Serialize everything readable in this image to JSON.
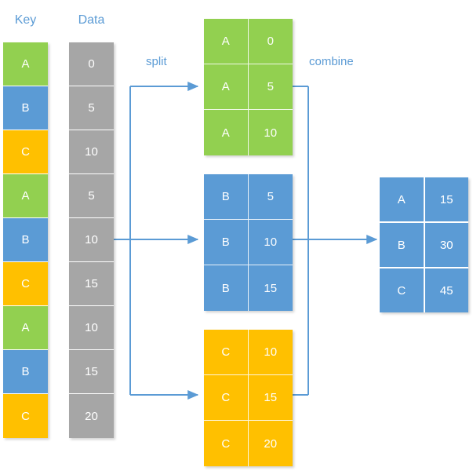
{
  "colors": {
    "green": "#92D050",
    "blue": "#5B9BD5",
    "orange": "#FFC000",
    "gray": "#A6A6A6",
    "arrow": "#5B9BD5",
    "text_on_fill": "#FFFFFF",
    "background": "#FFFFFF"
  },
  "columns": {
    "key": {
      "header": "Key",
      "cells": [
        {
          "value": "A",
          "color": "green"
        },
        {
          "value": "B",
          "color": "blue"
        },
        {
          "value": "C",
          "color": "orange"
        },
        {
          "value": "A",
          "color": "green"
        },
        {
          "value": "B",
          "color": "blue"
        },
        {
          "value": "C",
          "color": "orange"
        },
        {
          "value": "A",
          "color": "green"
        },
        {
          "value": "B",
          "color": "blue"
        },
        {
          "value": "C",
          "color": "orange"
        }
      ]
    },
    "data": {
      "header": "Data",
      "cells": [
        {
          "value": "0",
          "color": "gray"
        },
        {
          "value": "5",
          "color": "gray"
        },
        {
          "value": "10",
          "color": "gray"
        },
        {
          "value": "5",
          "color": "gray"
        },
        {
          "value": "10",
          "color": "gray"
        },
        {
          "value": "15",
          "color": "gray"
        },
        {
          "value": "10",
          "color": "gray"
        },
        {
          "value": "15",
          "color": "gray"
        },
        {
          "value": "20",
          "color": "gray"
        }
      ]
    }
  },
  "flow": {
    "split_label": "split",
    "combine_label": "combine"
  },
  "groups": [
    {
      "name": "group-a",
      "color": "green",
      "rows": [
        {
          "key": "A",
          "data": "0"
        },
        {
          "key": "A",
          "data": "5"
        },
        {
          "key": "A",
          "data": "10"
        }
      ]
    },
    {
      "name": "group-b",
      "color": "blue",
      "rows": [
        {
          "key": "B",
          "data": "5"
        },
        {
          "key": "B",
          "data": "10"
        },
        {
          "key": "B",
          "data": "15"
        }
      ]
    },
    {
      "name": "group-c",
      "color": "orange",
      "rows": [
        {
          "key": "C",
          "data": "10"
        },
        {
          "key": "C",
          "data": "15"
        },
        {
          "key": "C",
          "data": "20"
        }
      ]
    }
  ],
  "result": {
    "name": "result-table",
    "color": "blue",
    "rows": [
      {
        "key": "A",
        "data": "15"
      },
      {
        "key": "B",
        "data": "30"
      },
      {
        "key": "C",
        "data": "45"
      }
    ]
  }
}
